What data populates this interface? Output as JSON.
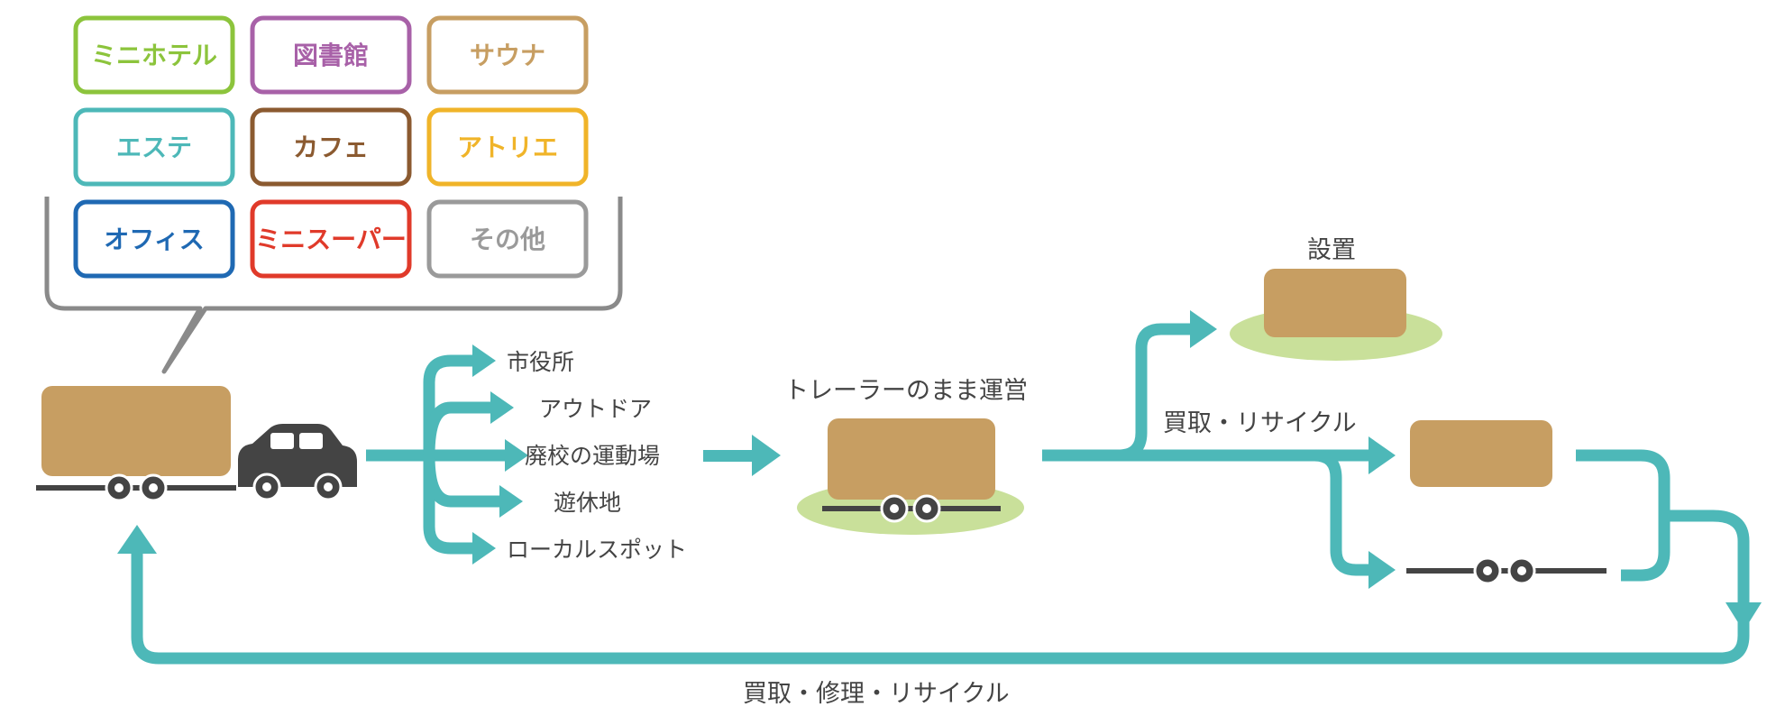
{
  "colors": {
    "flow": "#4db8b8",
    "trailer_body": "#c79e62",
    "ground": "#c9e09a",
    "wheel_dark": "#444444",
    "bubble": "#8a8a8a"
  },
  "facility_tags": [
    {
      "label": "ミニホテル",
      "color": "#8cc43c"
    },
    {
      "label": "図書館",
      "color": "#a861a8"
    },
    {
      "label": "サウナ",
      "color": "#c79e62"
    },
    {
      "label": "エステ",
      "color": "#4db8b8"
    },
    {
      "label": "カフェ",
      "color": "#8b5a30"
    },
    {
      "label": "アトリエ",
      "color": "#f0b429"
    },
    {
      "label": "オフィス",
      "color": "#1f69b3"
    },
    {
      "label": "ミニスーパー",
      "color": "#e03a2a"
    },
    {
      "label": "その他",
      "color": "#9a9a9a"
    }
  ],
  "locations": [
    "市役所",
    "アウトドア",
    "廃校の運動場",
    "遊休地",
    "ローカルスポット"
  ],
  "labels": {
    "operate": "トレーラーのまま運営",
    "install": "設置",
    "buyback_recycle": "買取・リサイクル",
    "buyback_repair_recycle": "買取・修理・リサイクル"
  },
  "icons": {
    "car": "car-icon",
    "trailer": "trailer-icon",
    "wheel": "wheel-icon"
  }
}
